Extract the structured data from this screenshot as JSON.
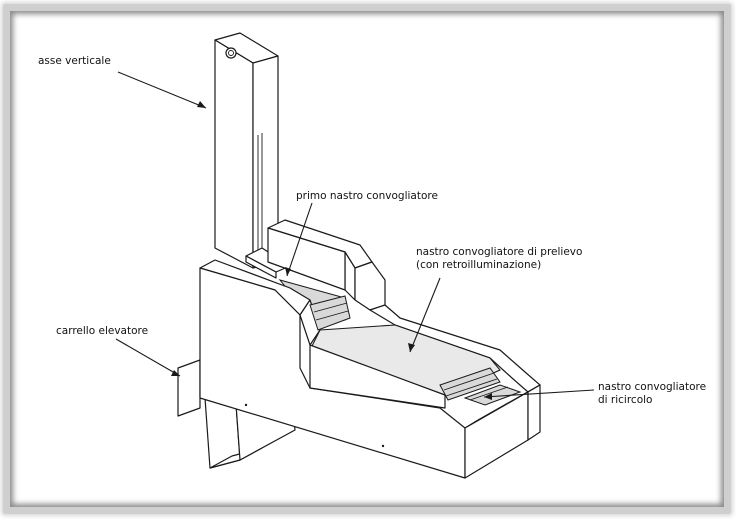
{
  "labels": {
    "vertical_axis": "asse verticale",
    "first_conveyor": "primo nastro convogliatore",
    "pickup_conveyor_line1": "nastro convogliatore di prelievo",
    "pickup_conveyor_line2": "(con retroilluminazione)",
    "lift_carriage": "carrello elevatore",
    "recirculation_conveyor_line1": "nastro convogliatore",
    "recirculation_conveyor_line2": "di ricircolo"
  },
  "colors": {
    "line": "#1a1a1a",
    "frame_border": "#cfcfcf",
    "background": "#ffffff"
  }
}
